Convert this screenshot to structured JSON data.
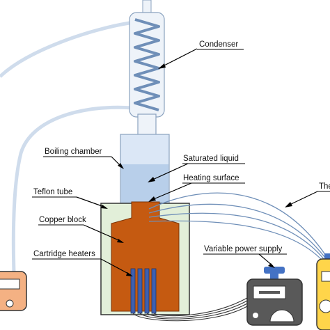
{
  "labels": {
    "condenser": "Condenser",
    "boiling_chamber": "Boiling chamber",
    "saturated_liquid": "Saturated liquid",
    "heating_surface": "Heating surface",
    "teflon_tube": "Teflon tube",
    "copper_block": "Copper block",
    "cartridge_heaters": "Cartridge heaters",
    "variable_power_supply": "Variable power supply",
    "thermocouples_partial": "The"
  },
  "colors": {
    "copper": "#c55a11",
    "teflon": "#e2efd9",
    "chamber_glass": "#dbe7f6",
    "liquid": "#b8cfea",
    "tube": "#cfdcec",
    "heater": "#3f60b0",
    "power_supply_body": "#595959",
    "power_supply_knob": "#4472c4",
    "yellow_meter": "#ffd54a",
    "orange_meter": "#f4b183"
  }
}
